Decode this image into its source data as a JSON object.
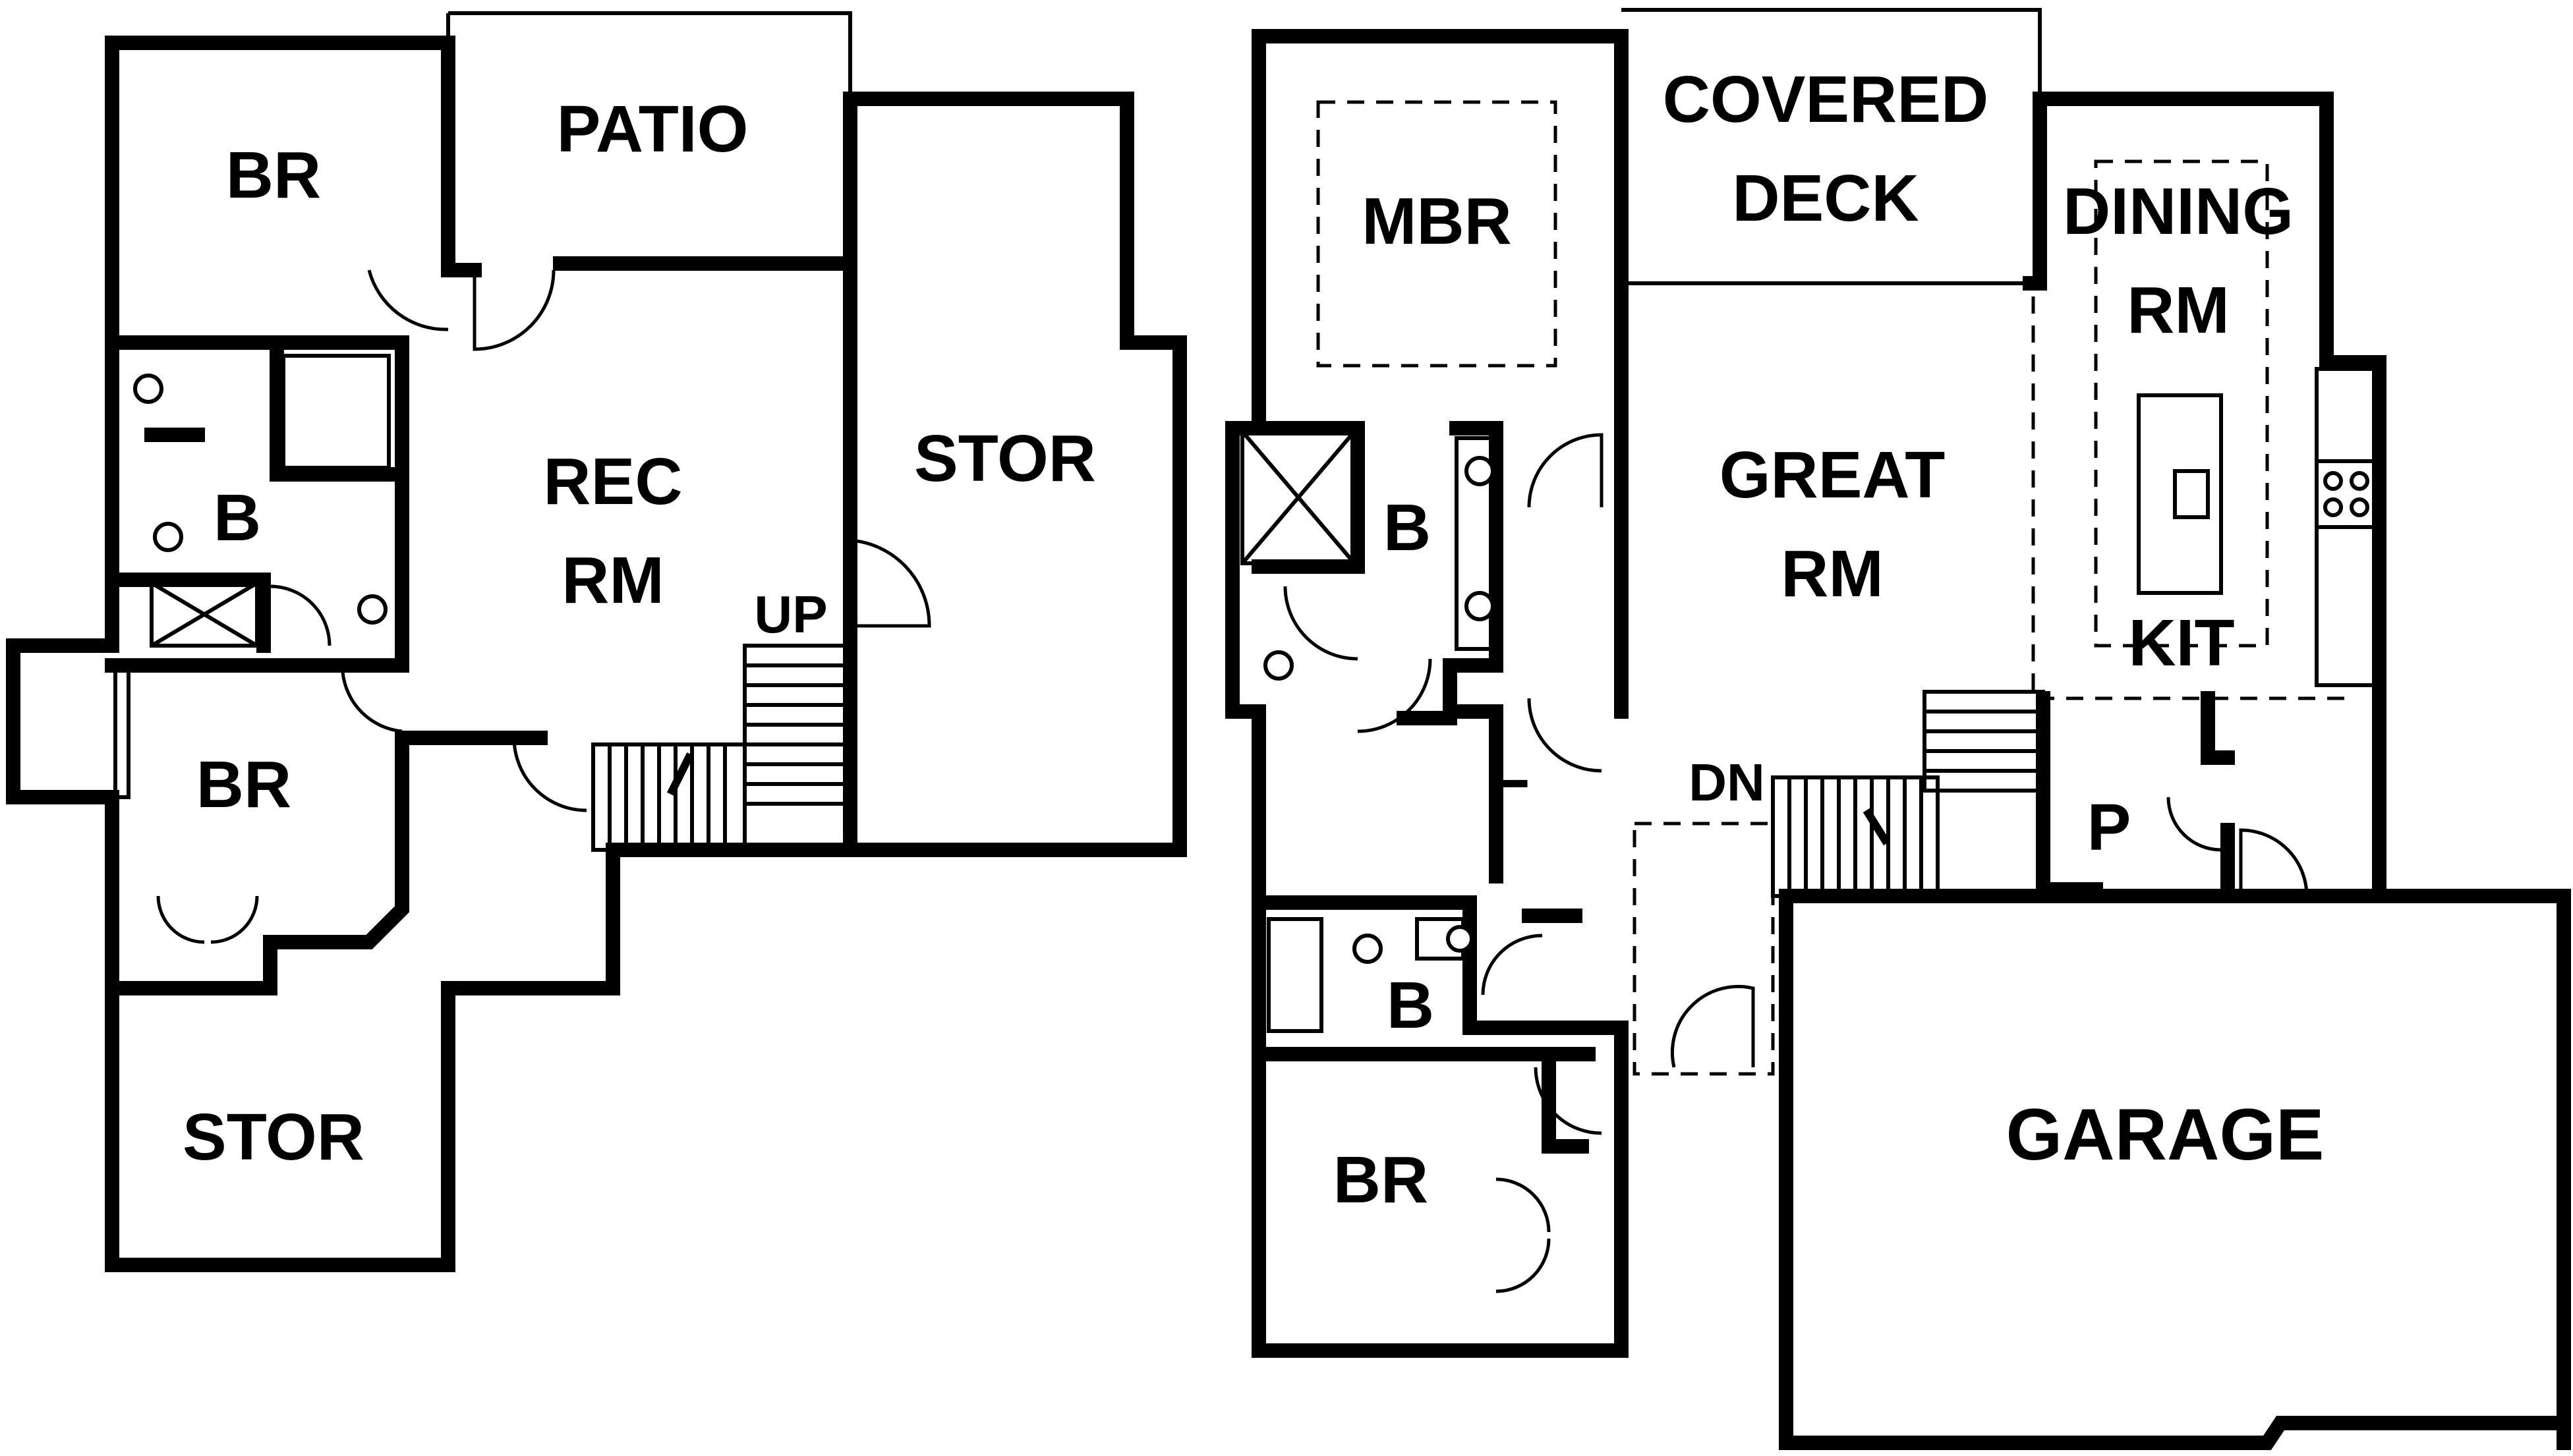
{
  "lower_level": {
    "rooms": {
      "br_top": "BR",
      "patio": "PATIO",
      "bath": "B",
      "rec_line1": "REC",
      "rec_line2": "RM",
      "up": "UP",
      "stor_right": "STOR",
      "br_bottom": "BR",
      "stor_bottom": "STOR"
    }
  },
  "main_level": {
    "rooms": {
      "mbr": "MBR",
      "covered_line1": "COVERED",
      "covered_line2": "DECK",
      "dining_line1": "DINING",
      "dining_line2": "RM",
      "bath_master": "B",
      "great_line1": "GREAT",
      "great_line2": "RM",
      "kit": "KIT",
      "laundry": "L",
      "dn": "DN",
      "pantry": "P",
      "bath_hall": "B",
      "br": "BR",
      "garage": "GARAGE"
    }
  }
}
